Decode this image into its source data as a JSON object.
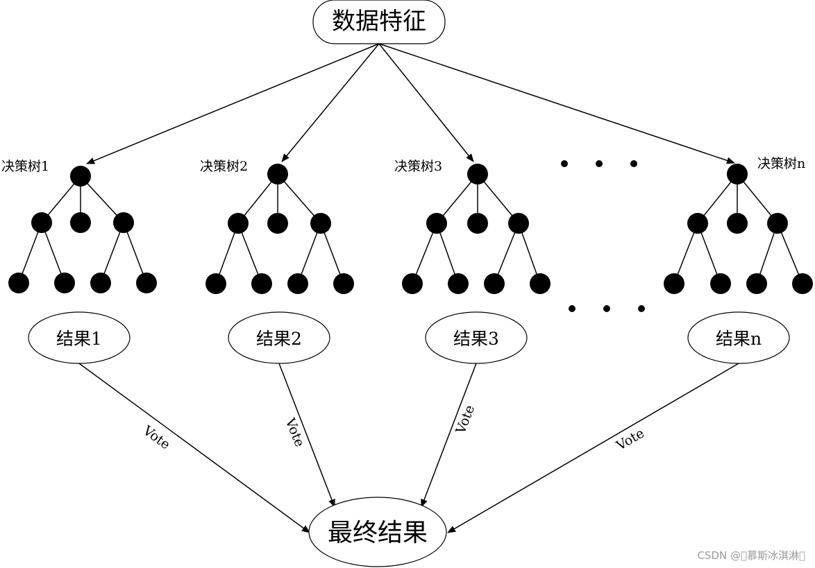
{
  "input_node": "数据特征",
  "output_node": "最终结果",
  "trees": [
    {
      "label": "决策树1",
      "result": "结果1"
    },
    {
      "label": "决策树2",
      "result": "结果2"
    },
    {
      "label": "决策树3",
      "result": "结果3"
    },
    {
      "label": "决策树n",
      "result": "结果n"
    }
  ],
  "edge_label": "Vote",
  "watermark": "CSDN @\u0000慕斯冰淇淋\u0000"
}
